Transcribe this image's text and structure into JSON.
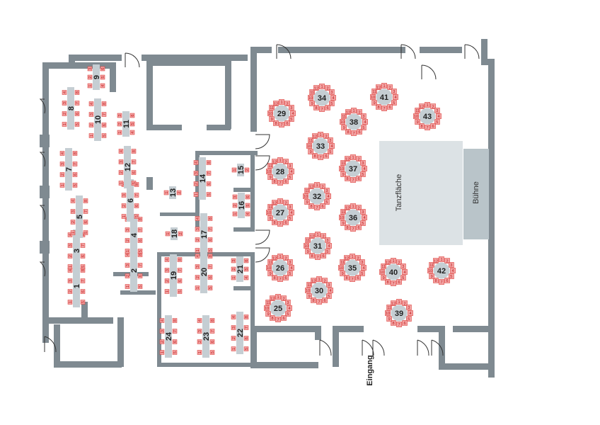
{
  "colors": {
    "wall": "#7f8a91",
    "table": "#c5ced3",
    "seat": "#f2a4a4",
    "seat_stroke": "#d9302a",
    "seat_text": "#c01818",
    "table_number": "#222222",
    "dance_floor": "#dce2e5",
    "stage": "#b9c4c9"
  },
  "areas": {
    "dance_floor": "Tanzfläche",
    "stage": "Bühne",
    "entrance": "Eingang"
  },
  "round_tables": [
    {
      "number": "25",
      "seats": 12
    },
    {
      "number": "26",
      "seats": 12
    },
    {
      "number": "27",
      "seats": 12
    },
    {
      "number": "28",
      "seats": 12
    },
    {
      "number": "29",
      "seats": 12
    },
    {
      "number": "30",
      "seats": 12
    },
    {
      "number": "31",
      "seats": 12
    },
    {
      "number": "32",
      "seats": 12
    },
    {
      "number": "33",
      "seats": 12
    },
    {
      "number": "34",
      "seats": 12
    },
    {
      "number": "35",
      "seats": 12
    },
    {
      "number": "36",
      "seats": 12
    },
    {
      "number": "37",
      "seats": 12
    },
    {
      "number": "38",
      "seats": 12
    },
    {
      "number": "39",
      "seats": 12
    },
    {
      "number": "40",
      "seats": 12
    },
    {
      "number": "41",
      "seats": 12
    },
    {
      "number": "42",
      "seats": 12
    },
    {
      "number": "43",
      "seats": 12
    }
  ],
  "long_tables": [
    {
      "number": "1",
      "seats": 8
    },
    {
      "number": "2",
      "seats": 8
    },
    {
      "number": "3",
      "seats": 8
    },
    {
      "number": "4",
      "seats": 8
    },
    {
      "number": "5",
      "seats": 8
    },
    {
      "number": "6",
      "seats": 8
    },
    {
      "number": "7",
      "seats": 8
    },
    {
      "number": "8",
      "seats": 8
    },
    {
      "number": "9",
      "seats": 6
    },
    {
      "number": "10",
      "seats": 8
    },
    {
      "number": "11",
      "seats": 6
    },
    {
      "number": "12",
      "seats": 8
    },
    {
      "number": "13",
      "seats": 2
    },
    {
      "number": "14",
      "seats": 8
    },
    {
      "number": "15",
      "seats": 2
    },
    {
      "number": "16",
      "seats": 6
    },
    {
      "number": "17",
      "seats": 8
    },
    {
      "number": "18",
      "seats": 2
    },
    {
      "number": "19",
      "seats": 8
    },
    {
      "number": "20",
      "seats": 8
    },
    {
      "number": "21",
      "seats": 6
    },
    {
      "number": "22",
      "seats": 8
    },
    {
      "number": "23",
      "seats": 8
    },
    {
      "number": "24",
      "seats": 8
    }
  ]
}
